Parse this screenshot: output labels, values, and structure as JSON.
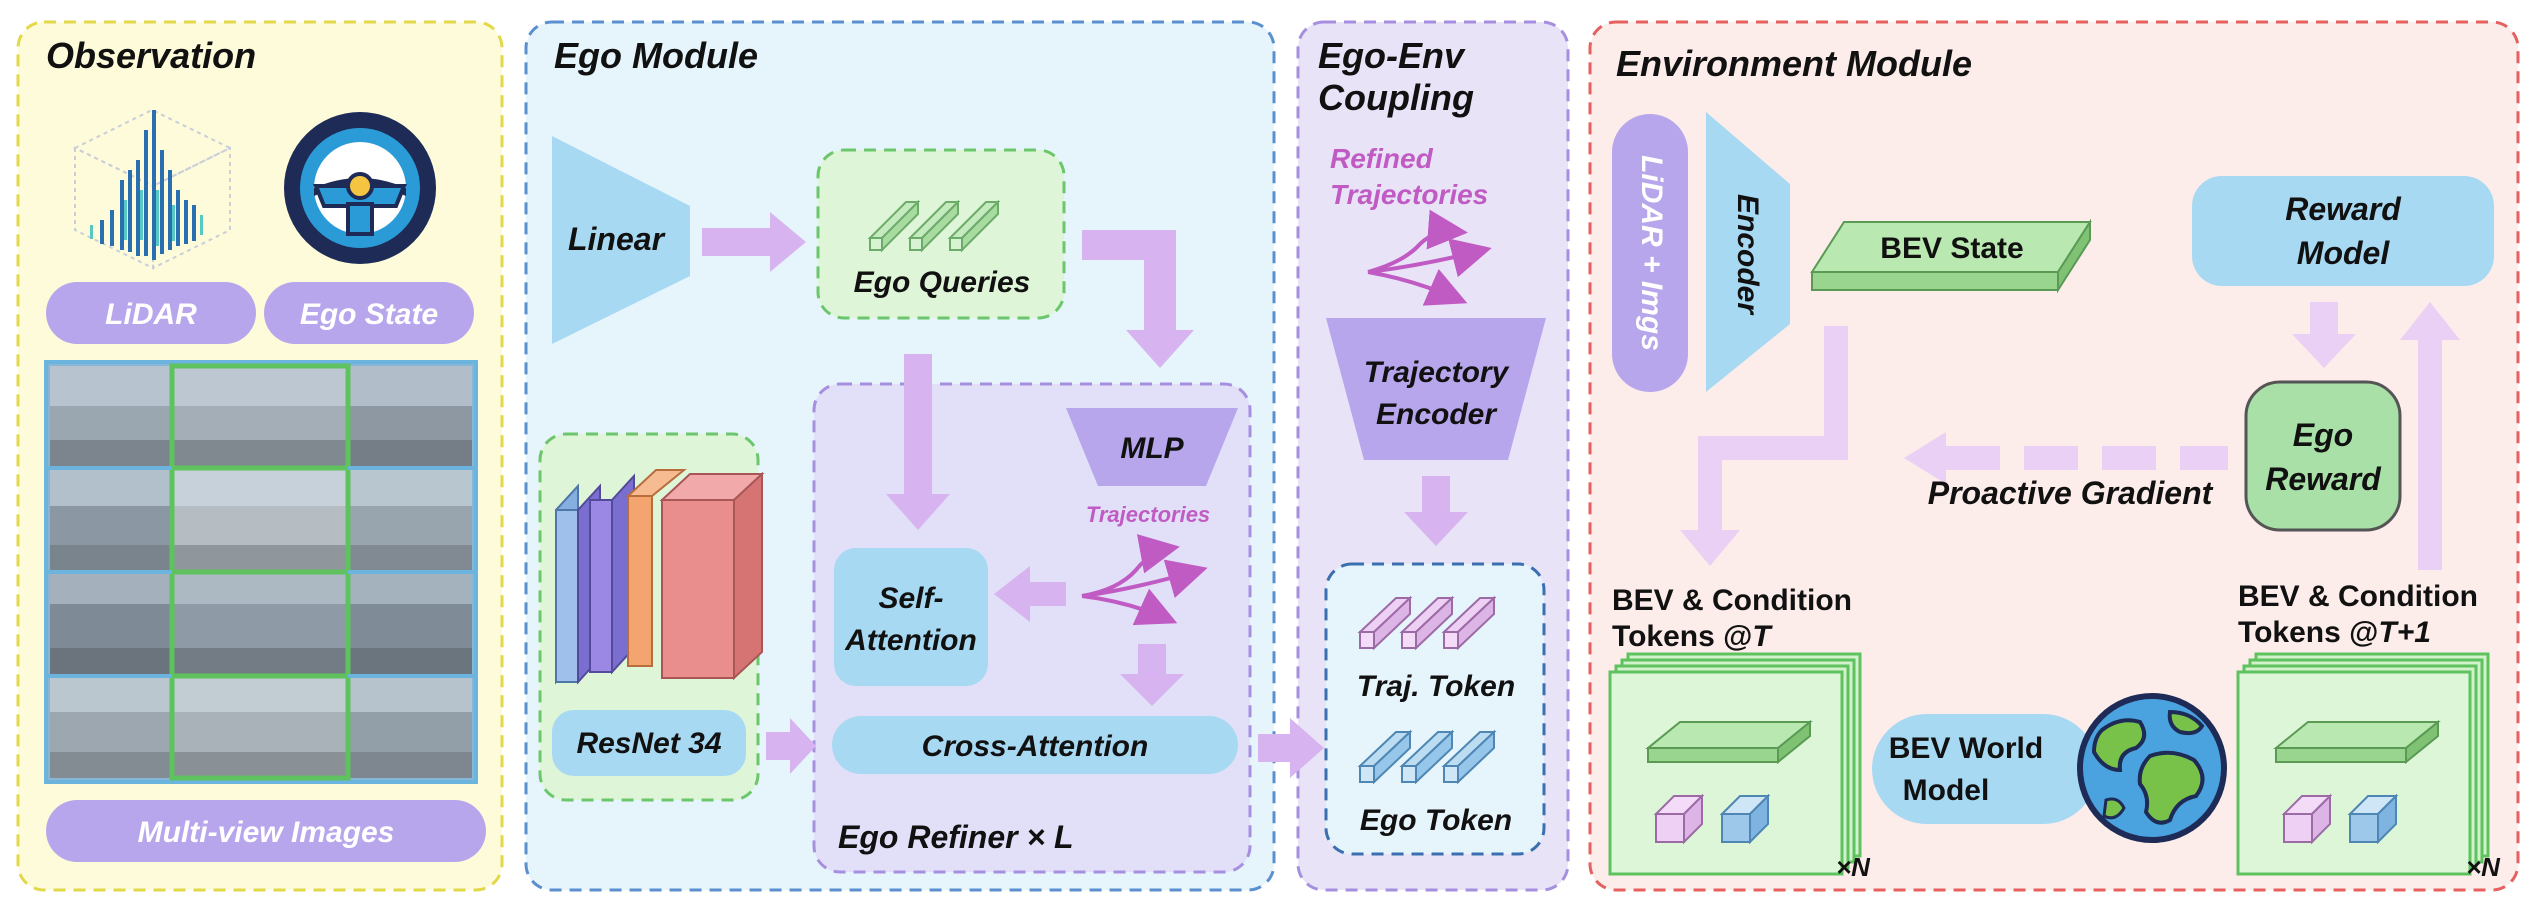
{
  "observation": {
    "title": "Observation",
    "lidar_label": "LiDAR",
    "ego_state_label": "Ego State",
    "multiview_label": "Multi-view Images"
  },
  "ego_module": {
    "title": "Ego Module",
    "linear_label": "Linear",
    "ego_queries_label": "Ego Queries",
    "mlp_label": "MLP",
    "trajectories_label": "Trajectories",
    "self_attention_line1": "Self-",
    "self_attention_line2": "Attention",
    "cross_attention_label": "Cross-Attention",
    "resnet_label": "ResNet 34",
    "refiner_label": "Ego Refiner × L"
  },
  "coupling": {
    "title_line1": "Ego-Env",
    "title_line2": "Coupling",
    "refined_line1": "Refined",
    "refined_line2": "Trajectories",
    "traj_encoder_line1": "Trajectory",
    "traj_encoder_line2": "Encoder",
    "traj_token_label": "Traj. Token",
    "ego_token_label": "Ego Token"
  },
  "environment": {
    "title": "Environment Module",
    "lidar_imgs_label": "LiDAR + Imgs",
    "encoder_label": "Encoder",
    "bev_state_label": "BEV State",
    "reward_model_line1": "Reward",
    "reward_model_line2": "Model",
    "ego_reward_line1": "Ego",
    "ego_reward_line2": "Reward",
    "proactive_gradient_label": "Proactive Gradient",
    "bev_t_line1": "BEV & Condition",
    "bev_t_line2": "Tokens @",
    "bev_t_suffix": "T",
    "bev_t1_line1": "BEV & Condition",
    "bev_t1_line2": "Tokens @",
    "bev_t1_suffix": "T+1",
    "world_model_line1": "BEV World",
    "world_model_line2": "Model",
    "xn_left": "×N",
    "xn_right": "×N"
  },
  "colors": {
    "observation_bg": "#fdfbd9",
    "observation_border": "#e2d84a",
    "ego_bg": "#e6f4fb",
    "ego_border": "#5a8fd0",
    "coupling_bg": "#e9e3f8",
    "coupling_border": "#a78fe0",
    "env_bg": "#fcecea",
    "env_border": "#e5605e",
    "purple_pill": "#b8a6ec",
    "blue_pill": "#a8d9f2",
    "green_box": "#a8e0a8",
    "arrow_purple": "#d7b4ef",
    "magenta_text": "#c05bc4"
  },
  "icons": [
    "lidar-pointcloud-icon",
    "steering-wheel-icon",
    "camera-grid-image",
    "globe-icon",
    "trajectory-branch-icon"
  ]
}
